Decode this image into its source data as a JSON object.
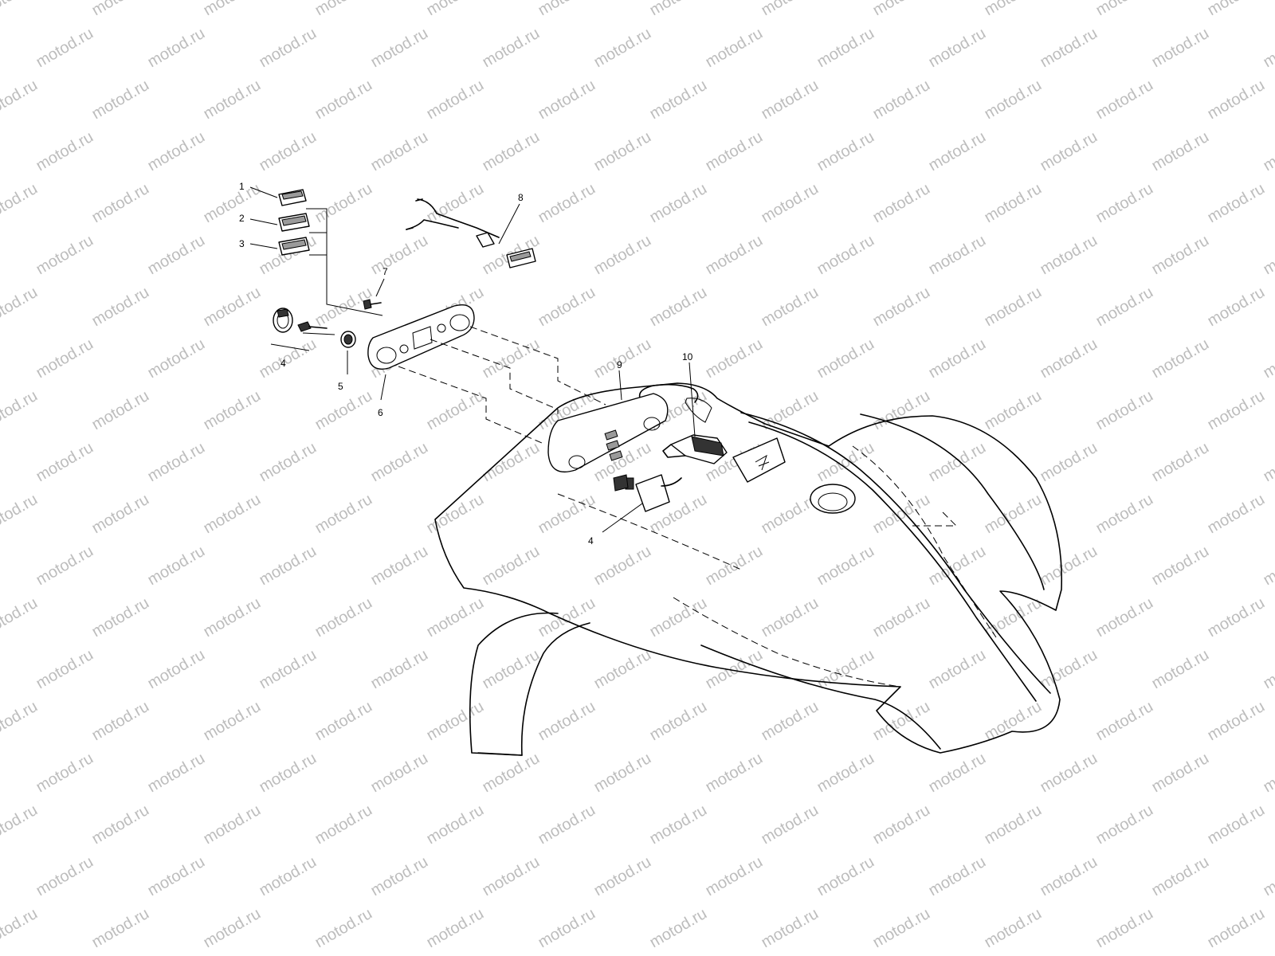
{
  "watermark": {
    "text": "motod.ru",
    "color": "#bdbdbd"
  },
  "callouts": [
    {
      "id": "1",
      "label": "1"
    },
    {
      "id": "2",
      "label": "2"
    },
    {
      "id": "3",
      "label": "3"
    },
    {
      "id": "4a",
      "label": "4"
    },
    {
      "id": "5",
      "label": "5"
    },
    {
      "id": "6",
      "label": "6"
    },
    {
      "id": "7",
      "label": "7"
    },
    {
      "id": "8",
      "label": "8"
    },
    {
      "id": "9",
      "label": "9"
    },
    {
      "id": "10",
      "label": "10"
    },
    {
      "id": "4b",
      "label": "4"
    }
  ]
}
